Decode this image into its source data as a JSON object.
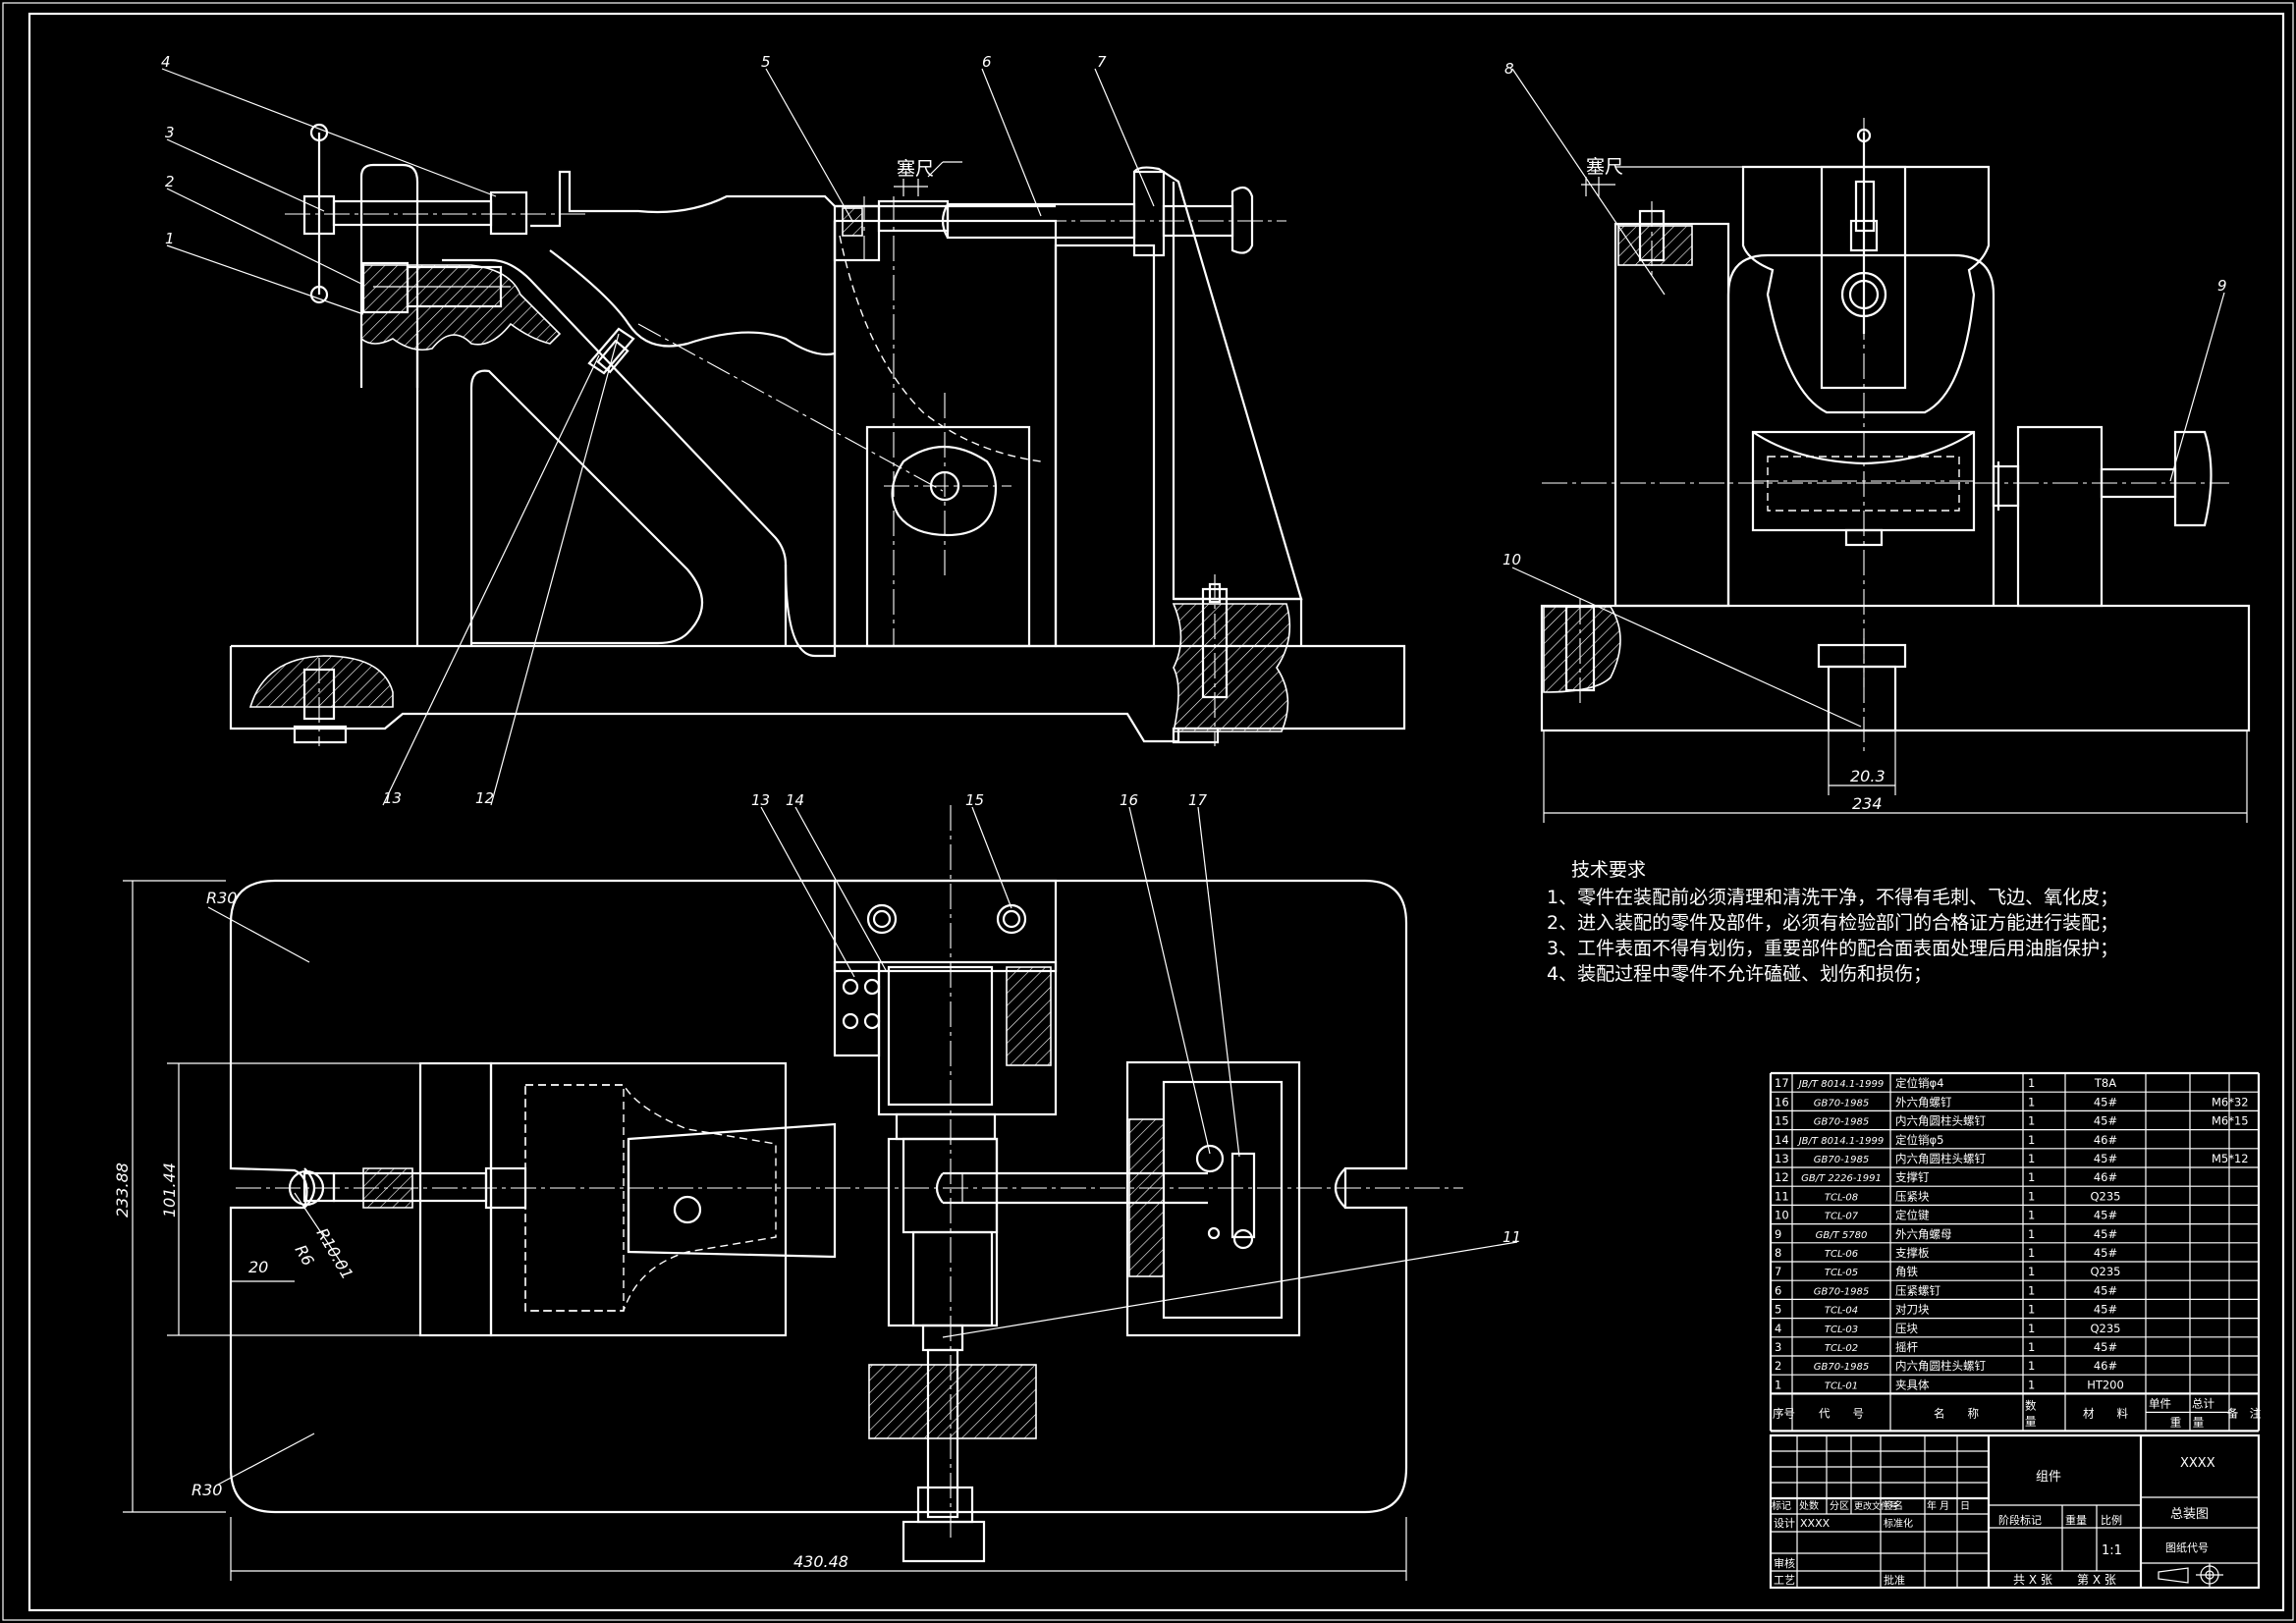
{
  "callouts": {
    "front": [
      "4",
      "3",
      "2",
      "1",
      "5",
      "6",
      "7",
      "13",
      "12"
    ],
    "side": [
      "8",
      "9",
      "10"
    ],
    "top": [
      "13",
      "14",
      "15",
      "16",
      "17",
      "11"
    ]
  },
  "annotations": {
    "feeler_left": "塞尺",
    "feeler_right": "塞尺"
  },
  "dimensions": {
    "side_width": "234",
    "side_pin": "20.3",
    "top_length": "430.48",
    "top_height": "233.88",
    "top_inner": "101.44",
    "r30_top": "R30",
    "r30_bottom": "R30",
    "slot_20": "20",
    "r6": "R6",
    "r10": "R10.01"
  },
  "tech_requirements": {
    "title": "技术要求",
    "items": [
      "1、零件在装配前必须清理和清洗干净，不得有毛刺、飞边、氧化皮；",
      "2、进入装配的零件及部件，必须有检验部门的合格证方能进行装配；",
      "3、工件表面不得有划伤，重要部件的配合面表面处理后用油脂保护；",
      "4、装配过程中零件不允许磕碰、划伤和损伤；"
    ]
  },
  "bom": {
    "header": {
      "no": "序号",
      "code": "代　　号",
      "name": "名　　称",
      "qty": "数量",
      "mat": "材　　料",
      "unit_w": "单件",
      "total_w": "总计",
      "weight": "重　量",
      "note": "备　注"
    },
    "rows": [
      {
        "no": "17",
        "code": "JB/T 8014.1-1999",
        "name": "定位销φ4",
        "qty": "1",
        "mat": "T8A",
        "note": ""
      },
      {
        "no": "16",
        "code": "GB70-1985",
        "name": "外六角螺钉",
        "qty": "1",
        "mat": "45#",
        "note": "M6*32"
      },
      {
        "no": "15",
        "code": "GB70-1985",
        "name": "内六角圆柱头螺钉",
        "qty": "1",
        "mat": "45#",
        "note": "M6*15"
      },
      {
        "no": "14",
        "code": "JB/T 8014.1-1999",
        "name": "定位销φ5",
        "qty": "1",
        "mat": "46#",
        "note": ""
      },
      {
        "no": "13",
        "code": "GB70-1985",
        "name": "内六角圆柱头螺钉",
        "qty": "1",
        "mat": "45#",
        "note": "M5*12"
      },
      {
        "no": "12",
        "code": "GB/T 2226-1991",
        "name": "支撑钉",
        "qty": "1",
        "mat": "46#",
        "note": ""
      },
      {
        "no": "11",
        "code": "TCL-08",
        "name": "压紧块",
        "qty": "1",
        "mat": "Q235",
        "note": ""
      },
      {
        "no": "10",
        "code": "TCL-07",
        "name": "定位键",
        "qty": "1",
        "mat": "45#",
        "note": ""
      },
      {
        "no": "9",
        "code": "GB/T 5780",
        "name": "外六角螺母",
        "qty": "1",
        "mat": "45#",
        "note": ""
      },
      {
        "no": "8",
        "code": "TCL-06",
        "name": "支撑板",
        "qty": "1",
        "mat": "45#",
        "note": ""
      },
      {
        "no": "7",
        "code": "TCL-05",
        "name": "角铁",
        "qty": "1",
        "mat": "Q235",
        "note": ""
      },
      {
        "no": "6",
        "code": "GB70-1985",
        "name": "压紧螺钉",
        "qty": "1",
        "mat": "45#",
        "note": ""
      },
      {
        "no": "5",
        "code": "TCL-04",
        "name": "对刀块",
        "qty": "1",
        "mat": "45#",
        "note": ""
      },
      {
        "no": "4",
        "code": "TCL-03",
        "name": "压块",
        "qty": "1",
        "mat": "Q235",
        "note": ""
      },
      {
        "no": "3",
        "code": "TCL-02",
        "name": "摇杆",
        "qty": "1",
        "mat": "45#",
        "note": ""
      },
      {
        "no": "2",
        "code": "GB70-1985",
        "name": "内六角圆柱头螺钉",
        "qty": "1",
        "mat": "46#",
        "note": ""
      },
      {
        "no": "1",
        "code": "TCL-01",
        "name": "夹具体",
        "qty": "1",
        "mat": "HT200",
        "note": ""
      }
    ]
  },
  "title_block": {
    "placeholder": "XXXX",
    "assembly": "组件",
    "drawing_name": "总装图",
    "drawing_no": "图纸代号",
    "revision_labels": [
      "标记",
      "处数",
      "分区",
      "更改文件号",
      "签名",
      "年",
      "月",
      "日"
    ],
    "design": "设计",
    "designer": "XXXX",
    "standardize": "标准化",
    "check": "审核",
    "process": "工艺",
    "approve": "批准",
    "stage_mark": "阶段标记",
    "weight": "重量",
    "scale_label": "比例",
    "scale": "1:1",
    "total_sheets": "共 X 张",
    "sheet_no": "第 X 张"
  }
}
